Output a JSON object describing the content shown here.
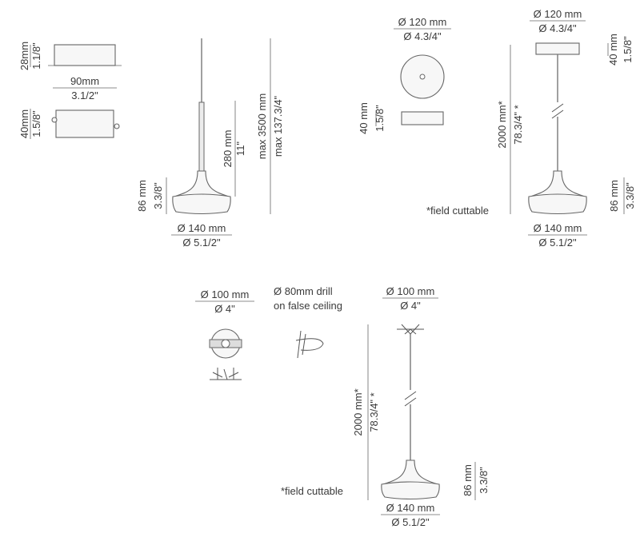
{
  "box_top": {
    "height_mm": "28mm",
    "height_in": "1.1/8\"",
    "width_mm": "90mm",
    "width_in": "3.1/2\""
  },
  "box_side": {
    "height_mm": "40mm",
    "height_in": "1.5/8\""
  },
  "pendant1": {
    "shade_height_mm": "86 mm",
    "shade_height_in": "3.3/8\"",
    "stem_length_mm": "280 mm",
    "stem_length_in": "11\"",
    "max_length_mm": "max 3500 mm",
    "max_length_in": "max 137.3/4\"",
    "diameter_mm": "Ø 140 mm",
    "diameter_in": "Ø 5.1/2\""
  },
  "canopy_view": {
    "diameter_mm": "Ø 120 mm",
    "diameter_in": "Ø 4.3/4\"",
    "height_mm": "40 mm",
    "height_in": "1.5/8\""
  },
  "pendant2": {
    "canopy_diameter_mm": "Ø 120 mm",
    "canopy_diameter_in": "Ø 4.3/4\"",
    "canopy_height_mm": "40 mm",
    "canopy_height_in": "1.5/8\"",
    "cable_length_mm": "2000 mm*",
    "cable_length_in": "78.3/4\" *",
    "field_note": "*field cuttable",
    "shade_height_mm": "86 mm",
    "shade_height_in": "3.3/8\"",
    "diameter_mm": "Ø 140 mm",
    "diameter_in": "Ø 5.1/2\""
  },
  "recessed": {
    "diameter_mm": "Ø 100 mm",
    "diameter_in": "Ø 4\"",
    "drill_line1": "Ø 80mm drill",
    "drill_line2": "on false ceiling"
  },
  "pendant3": {
    "top_diameter_mm": "Ø 100 mm",
    "top_diameter_in": "Ø 4\"",
    "cable_length_mm": "2000 mm*",
    "cable_length_in": "78.3/4\" *",
    "field_note": "*field cuttable",
    "shade_height_mm": "86 mm",
    "shade_height_in": "3.3/8\"",
    "diameter_mm": "Ø 140 mm",
    "diameter_in": "Ø 5.1/2\""
  }
}
